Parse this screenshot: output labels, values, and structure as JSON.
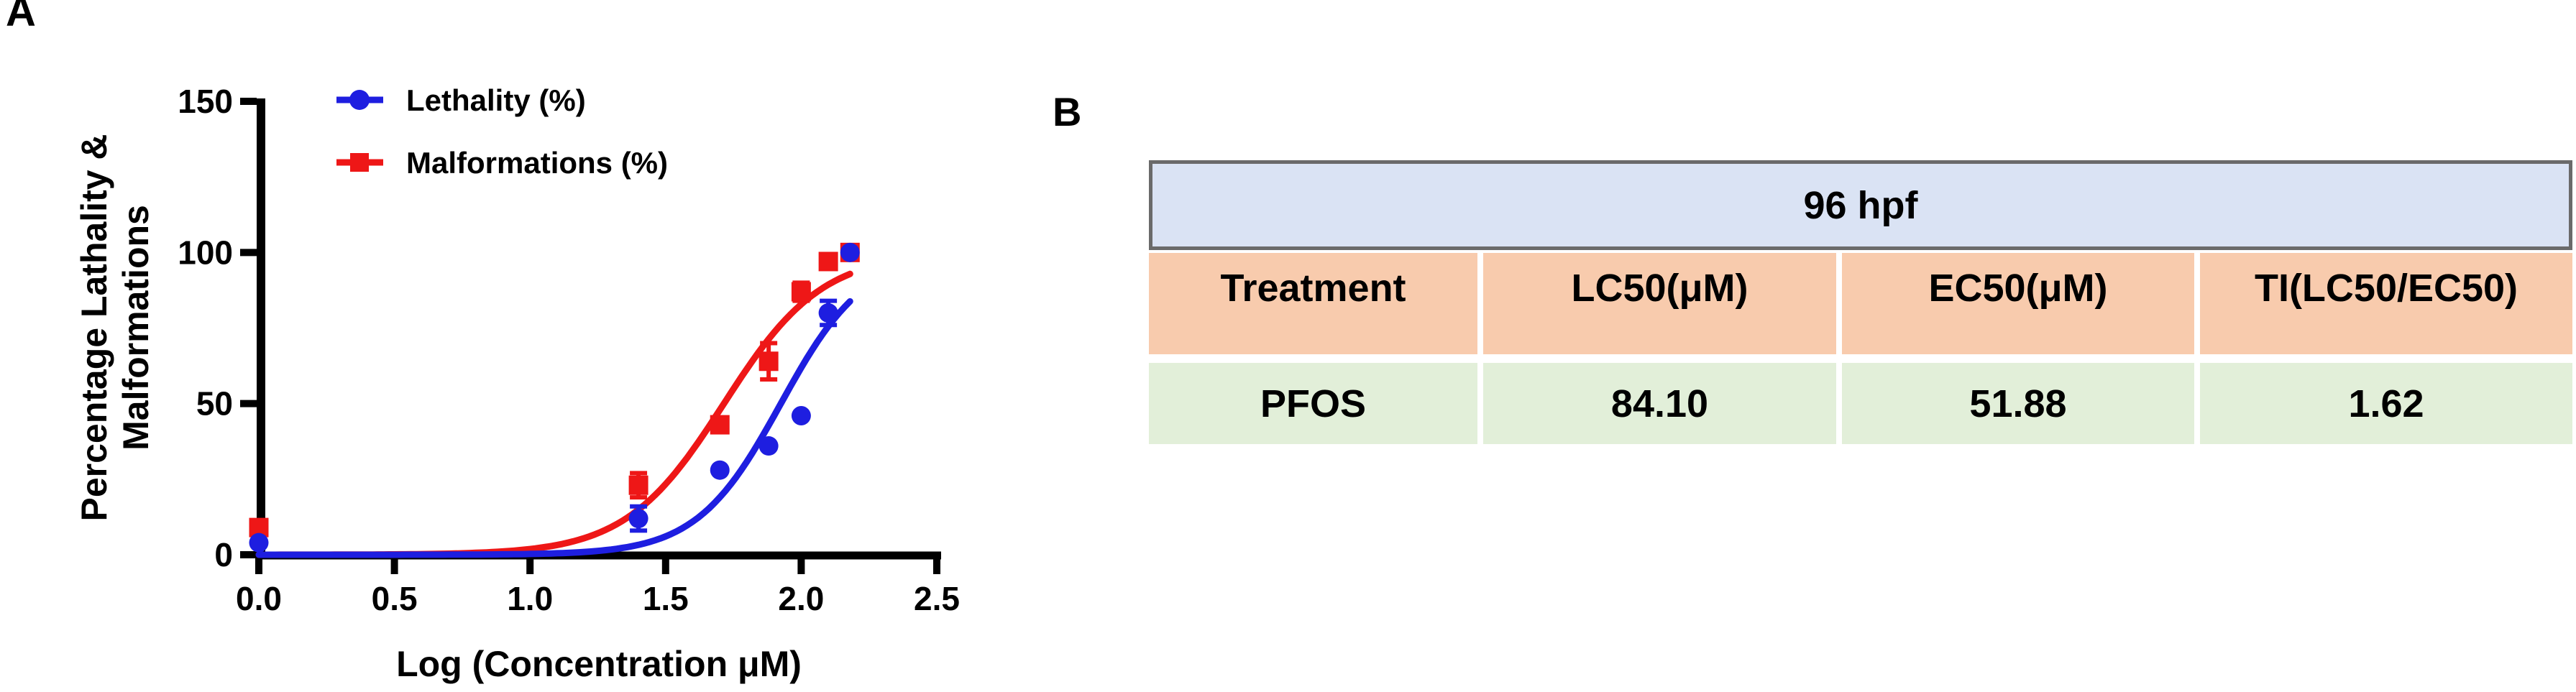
{
  "panel_a": {
    "label": "A"
  },
  "panel_b": {
    "label": "B"
  },
  "chart_data": {
    "type": "scatter",
    "subtype": "dose-response-sigmoid",
    "title": "",
    "xlabel": "Log (Concentration μM)",
    "ylabel_lines": [
      "Percentage Lathality &",
      "Malformations"
    ],
    "xlim": [
      0,
      2.5
    ],
    "ylim": [
      0,
      150
    ],
    "x_tick_values": [
      0,
      0.5,
      1.0,
      1.5,
      2.0,
      2.5
    ],
    "x_tick_labels": [
      "0.0",
      "0.5",
      "1.0",
      "1.5",
      "2.0",
      "2.5"
    ],
    "y_tick_values": [
      0,
      50,
      100,
      150
    ],
    "y_tick_labels": [
      "0",
      "50",
      "100",
      "150"
    ],
    "grid": false,
    "legend_position": "top-left-inside",
    "axis_color": "#000000",
    "series": [
      {
        "name": "Lethality (%)",
        "color": "#1e1ee0",
        "marker": "circle",
        "x": [
          0.0,
          1.4,
          1.7,
          1.88,
          2.0,
          2.1,
          2.18
        ],
        "y": [
          4,
          12,
          28,
          36,
          46,
          80,
          100
        ],
        "yerr": [
          0,
          4,
          0,
          0,
          0,
          4,
          0
        ],
        "fit": {
          "type": "sigmoid",
          "bottom": 0,
          "top": 100,
          "log_ec50": 1.925,
          "hill": 2.8,
          "x_start": 0,
          "x_end": 2.18
        }
      },
      {
        "name": "Malformations (%)",
        "color": "#ee1717",
        "marker": "square",
        "x": [
          0.0,
          1.4,
          1.7,
          1.88,
          2.0,
          2.1,
          2.18
        ],
        "y": [
          9,
          23,
          43,
          64,
          87,
          97,
          100
        ],
        "yerr": [
          0,
          4,
          0,
          6,
          3,
          0,
          0
        ],
        "fit": {
          "type": "sigmoid",
          "bottom": 0,
          "top": 100,
          "log_ec50": 1.715,
          "hill": 2.4,
          "x_start": 0,
          "x_end": 2.18
        }
      }
    ]
  },
  "table": {
    "title": "96 hpf",
    "columns": [
      "Treatment",
      "LC50(μM)",
      "EC50(μM)",
      "TI(LC50/EC50)"
    ],
    "rows": [
      [
        "PFOS",
        "84.10",
        "51.88",
        "1.62"
      ]
    ],
    "colors": {
      "title_bg": "#dae3f4",
      "title_border": "#6a6a6a",
      "header_bg": "#f8cbad",
      "row_bg": "#e2efd9",
      "text": "#000000"
    }
  }
}
